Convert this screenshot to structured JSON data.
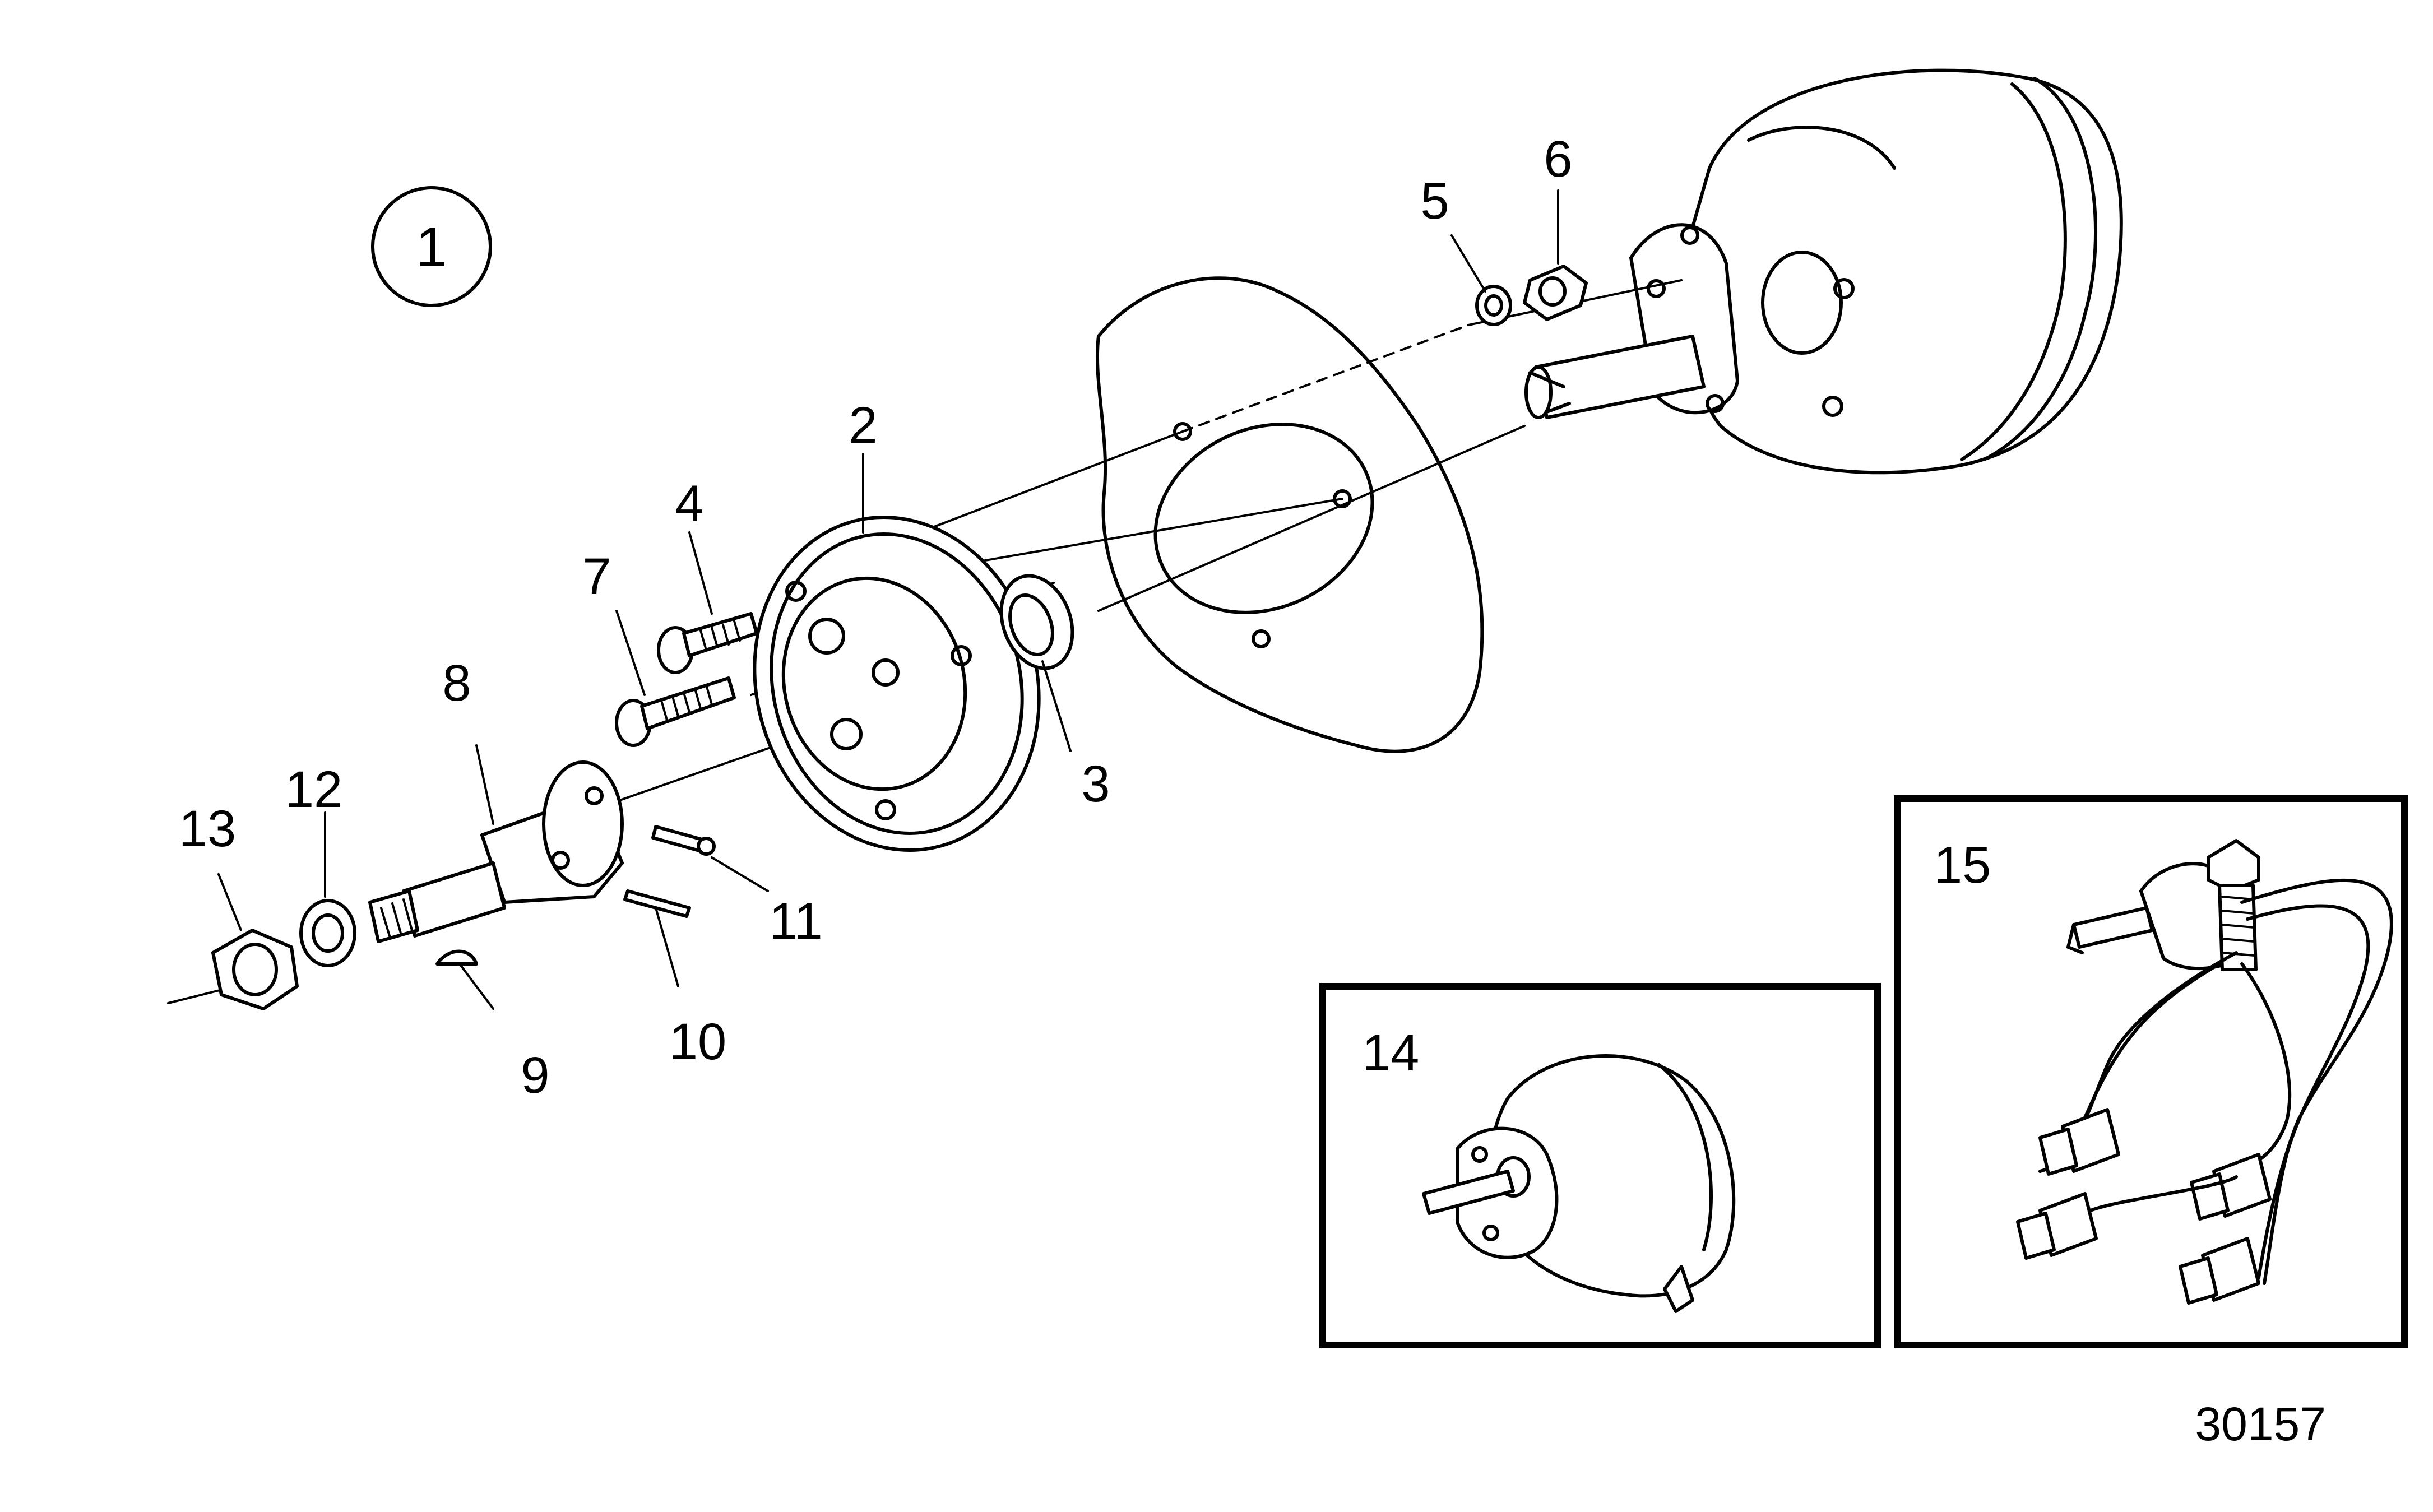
{
  "diagram": {
    "group_number": "1",
    "figure_number": "30157",
    "callouts": [
      "2",
      "3",
      "4",
      "5",
      "6",
      "7",
      "8",
      "9",
      "10",
      "11",
      "12",
      "13"
    ],
    "inset_labels": [
      "14",
      "15"
    ]
  }
}
